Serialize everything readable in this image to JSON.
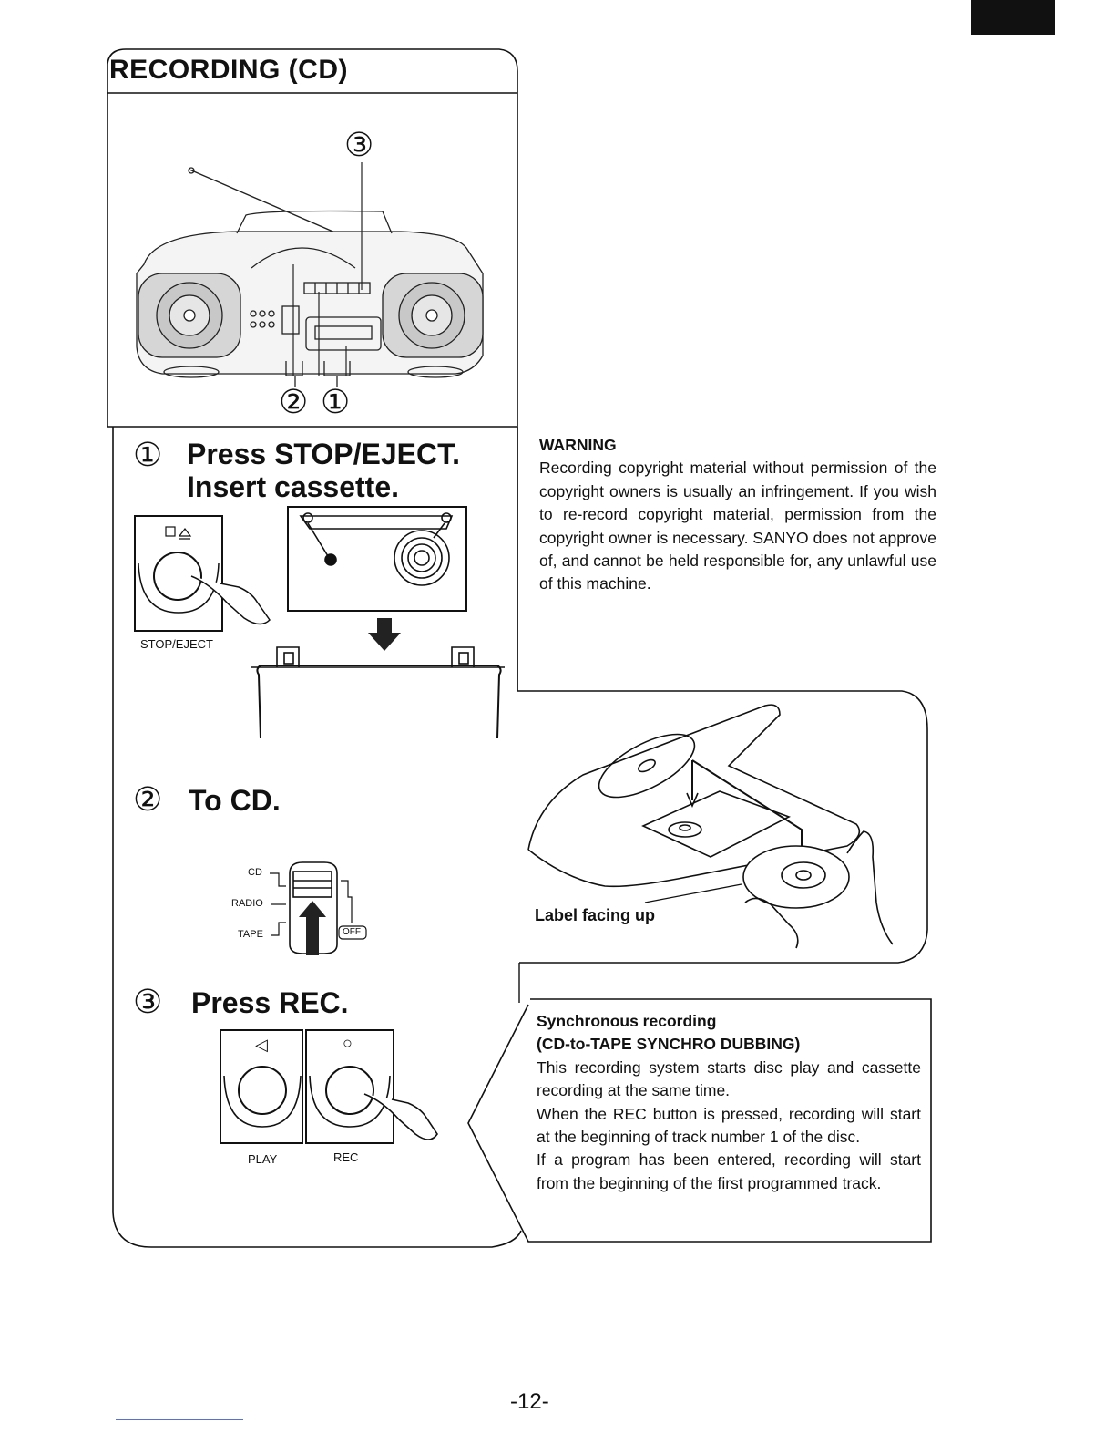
{
  "header": {
    "title": "RECORDING (CD)"
  },
  "diagram": {
    "callout_top": "③",
    "callout_left": "②",
    "callout_right": "①"
  },
  "steps": [
    {
      "number": "①",
      "lines": [
        "Press STOP/EJECT.",
        "Insert cassette."
      ],
      "button_label": "STOP/EJECT",
      "button_symbol": "□≙"
    },
    {
      "number": "②",
      "lines": [
        "To CD."
      ],
      "switch_labels": [
        "CD",
        "RADIO",
        "TAPE",
        "OFF"
      ]
    },
    {
      "number": "③",
      "lines": [
        "Press REC."
      ],
      "button_labels": [
        "PLAY",
        "REC"
      ],
      "button_symbols": [
        "◁",
        "○"
      ]
    }
  ],
  "warning": {
    "heading": "WARNING",
    "text": "Recording copyright material without permission of the copyright owners is usually an infringement. If you wish to re-record copyright material, permission from the copyright owner is necessary. SANYO does not approve of, and cannot be held responsible for, any unlawful use of this machine."
  },
  "cd_illustration": {
    "caption": "Label facing up"
  },
  "sync_note": {
    "heading_line1": "Synchronous recording",
    "heading_line2": "(CD-to-TAPE SYNCHRO DUBBING)",
    "paragraphs": [
      "This recording system starts disc play and cassette recording at the same time.",
      "When the REC button is pressed, recording will start at the beginning of track number 1 of the disc.",
      "If a program has been entered, recording will start from the beginning of the first programmed track."
    ]
  },
  "footer": {
    "page_number": "-12-"
  }
}
